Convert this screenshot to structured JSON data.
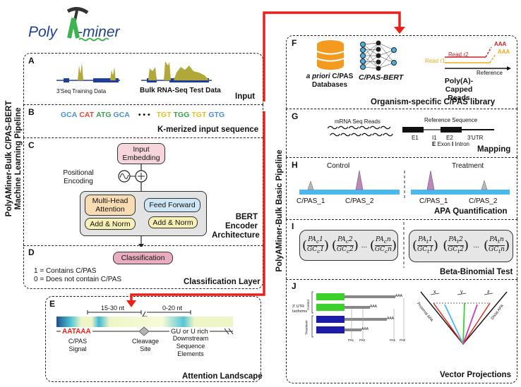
{
  "logo": {
    "text_a": "Poly",
    "text_b": "A",
    "text_c": "-miner"
  },
  "left_pipeline_label": {
    "line1": "PolyAMiner-Bulk C/PAS-BERT",
    "line2": "Machine Learning Pipeline"
  },
  "right_pipeline_label": "PolyAMiner-Bulk Basic Pipeline",
  "panels": {
    "A": {
      "letter": "A",
      "title": "Input",
      "cap1": "3'Seq Training Data",
      "cap2": "Bulk RNA-Seq Test Data"
    },
    "B": {
      "letter": "B",
      "title": "K-merized input sequence",
      "kmers_left": [
        "GCA",
        "CAT",
        "ATG",
        "GCA"
      ],
      "dots": "• • •",
      "kmers_right": [
        "TGT",
        "TGG",
        "TGT",
        "GTG"
      ]
    },
    "C": {
      "letter": "C",
      "title_line1": "BERT",
      "title_line2": "Encoder",
      "title_line3": "Architecture",
      "input_embedding": "Input Embedding",
      "positional_encoding": "Positional Encoding",
      "multi_head": "Multi-Head Attention",
      "add_norm_1": "Add & Norm",
      "feed_forward": "Feed Forward",
      "add_norm_2": "Add & Norm"
    },
    "D": {
      "letter": "D",
      "title": "Classification Layer",
      "classification": "Classification",
      "legend1": "1 = Contains C/PAS",
      "legend2": "0 = Does not contain C/PAS"
    },
    "E": {
      "letter": "E",
      "title": "Attention Landscape",
      "dist1": "15-30 nt",
      "dist2": "0-20 nt",
      "signal_seq_red": "AATAAA",
      "signal_label": "C/PAS Signal",
      "cleavage_label": "Cleavage Site",
      "gu_label": "GU or U rich",
      "downstream_label": "Downstream Sequence Elements"
    },
    "F": {
      "letter": "F",
      "title": "Organism-specific C/PAS library",
      "db_label_ital": "a priori",
      "db_label_rest": "C/PAS Databases",
      "bert_label": "C/PAS-BERT",
      "read2": "Read r2",
      "read1": "Read r1",
      "aaa": "AAA",
      "reference": "Reference",
      "capped": "Poly(A)-Capped Reads"
    },
    "G": {
      "letter": "G",
      "title": "Mapping",
      "mrna": "mRNA Seq Reads",
      "ref_seq": "Reference Sequence",
      "e1": "E1",
      "i1": "I1",
      "e2": "E2",
      "utr": "3'UTR",
      "legend_e": "E",
      "legend_exon": "Exon",
      "legend_i": "I",
      "legend_intron": "Intron"
    },
    "H": {
      "letter": "H",
      "title": "APA Quantification",
      "control": "Control",
      "treatment": "Treatment",
      "cpas1": "C/PAS_1",
      "cpas2": "C/PAS_2"
    },
    "I": {
      "letter": "I",
      "title": "Beta-Binomial Test",
      "ctrl_terms": [
        {
          "num": "PA",
          "sub": "c",
          "idx": "1",
          "den": "GC",
          "dsub": "c",
          "didx": "1"
        },
        {
          "num": "PA",
          "sub": "c",
          "idx": "2",
          "den": "GC",
          "dsub": "c",
          "didx": "2"
        },
        {
          "num": "PA",
          "sub": "c",
          "idx": "n",
          "den": "GC",
          "dsub": "c",
          "didx": "n"
        }
      ],
      "trt_terms": [
        {
          "num": "PA",
          "sub": "t",
          "idx": "1",
          "den": "GC",
          "dsub": "t",
          "didx": "1"
        },
        {
          "num": "PA",
          "sub": "t",
          "idx": "2",
          "den": "GC",
          "dsub": "t",
          "didx": "2"
        },
        {
          "num": "PA",
          "sub": "t",
          "idx": "n",
          "den": "GC",
          "dsub": "t",
          "didx": "n"
        }
      ],
      "ellipsis": "..."
    },
    "J": {
      "letter": "J",
      "title": "Vector Projections",
      "utr_label": "3' UTR Isoforms",
      "control": "Control",
      "treatment": "Treatment",
      "aaa": "AAA",
      "pa_labels": [
        "PA1",
        "PA2",
        "PA1",
        "PA2"
      ],
      "x": "x",
      "y": "y",
      "z": "z",
      "proximal": "Proximal APA",
      "distal": "Distal APA"
    }
  },
  "colors": {
    "red_arrow": "#e8221b",
    "logo_green": "#3fb34f",
    "logo_blue": "#1f3f8f",
    "purple_peak": "#b98ab9",
    "gray_peak": "#b8b8b8",
    "bar_blue": "#4db8ef"
  }
}
